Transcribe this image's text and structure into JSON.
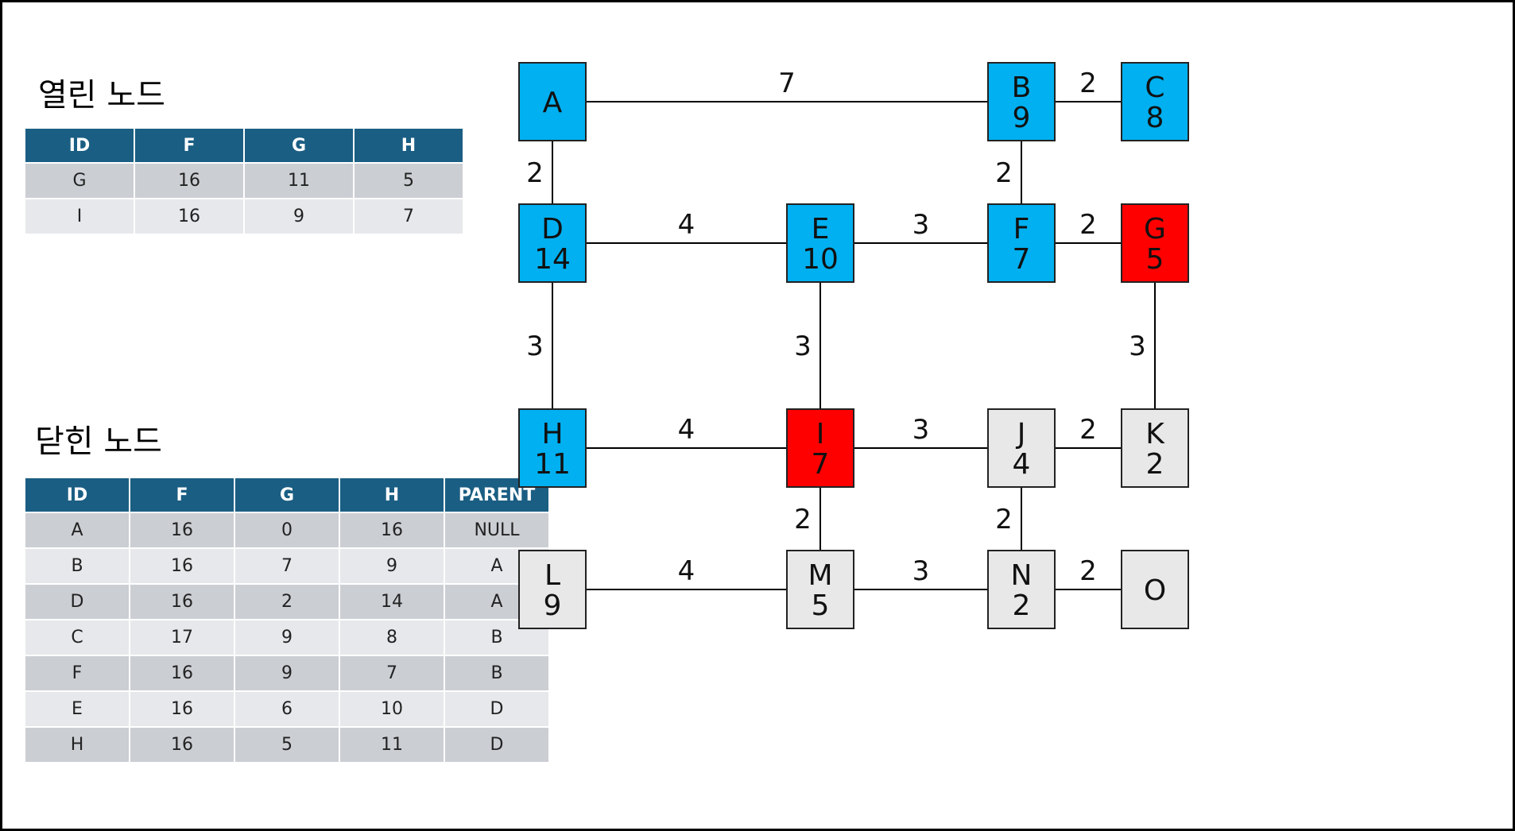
{
  "open_list": {
    "title": "열린 노드",
    "headers": [
      "ID",
      "F",
      "G",
      "H"
    ],
    "rows": [
      [
        "G",
        "16",
        "11",
        "5"
      ],
      [
        "I",
        "16",
        "9",
        "7"
      ]
    ]
  },
  "closed_list": {
    "title": "닫힌 노드",
    "headers": [
      "ID",
      "F",
      "G",
      "H",
      "PARENT"
    ],
    "rows": [
      [
        "A",
        "16",
        "0",
        "16",
        "NULL"
      ],
      [
        "B",
        "16",
        "7",
        "9",
        "A"
      ],
      [
        "D",
        "16",
        "2",
        "14",
        "A"
      ],
      [
        "C",
        "17",
        "9",
        "8",
        "B"
      ],
      [
        "F",
        "16",
        "9",
        "7",
        "B"
      ],
      [
        "E",
        "16",
        "6",
        "10",
        "D"
      ],
      [
        "H",
        "16",
        "5",
        "11",
        "D"
      ]
    ]
  },
  "colors": {
    "closed": "#00b0f0",
    "open": "#ff0000",
    "unvisited": "#e8e8e8",
    "table_header": "#1b5e83"
  },
  "graph": {
    "nodes": [
      {
        "id": "A",
        "h": "",
        "state": "closed"
      },
      {
        "id": "B",
        "h": "9",
        "state": "closed"
      },
      {
        "id": "C",
        "h": "8",
        "state": "closed"
      },
      {
        "id": "D",
        "h": "14",
        "state": "closed"
      },
      {
        "id": "E",
        "h": "10",
        "state": "closed"
      },
      {
        "id": "F",
        "h": "7",
        "state": "closed"
      },
      {
        "id": "G",
        "h": "5",
        "state": "open"
      },
      {
        "id": "H",
        "h": "11",
        "state": "closed"
      },
      {
        "id": "I",
        "h": "7",
        "state": "open"
      },
      {
        "id": "J",
        "h": "4",
        "state": "unvisited"
      },
      {
        "id": "K",
        "h": "2",
        "state": "unvisited"
      },
      {
        "id": "L",
        "h": "9",
        "state": "unvisited"
      },
      {
        "id": "M",
        "h": "5",
        "state": "unvisited"
      },
      {
        "id": "N",
        "h": "2",
        "state": "unvisited"
      },
      {
        "id": "O",
        "h": "",
        "state": "unvisited"
      }
    ],
    "edges": [
      {
        "from": "A",
        "to": "B",
        "weight": "7"
      },
      {
        "from": "B",
        "to": "C",
        "weight": "2"
      },
      {
        "from": "A",
        "to": "D",
        "weight": "2"
      },
      {
        "from": "B",
        "to": "F",
        "weight": "2"
      },
      {
        "from": "D",
        "to": "E",
        "weight": "4"
      },
      {
        "from": "E",
        "to": "F",
        "weight": "3"
      },
      {
        "from": "F",
        "to": "G",
        "weight": "2"
      },
      {
        "from": "D",
        "to": "H",
        "weight": "3"
      },
      {
        "from": "E",
        "to": "I",
        "weight": "3"
      },
      {
        "from": "G",
        "to": "K",
        "weight": "3"
      },
      {
        "from": "H",
        "to": "I",
        "weight": "4"
      },
      {
        "from": "I",
        "to": "J",
        "weight": "3"
      },
      {
        "from": "J",
        "to": "K",
        "weight": "2"
      },
      {
        "from": "I",
        "to": "M",
        "weight": "2"
      },
      {
        "from": "J",
        "to": "N",
        "weight": "2"
      },
      {
        "from": "L",
        "to": "M",
        "weight": "4"
      },
      {
        "from": "M",
        "to": "N",
        "weight": "3"
      },
      {
        "from": "N",
        "to": "O",
        "weight": "2"
      }
    ]
  }
}
